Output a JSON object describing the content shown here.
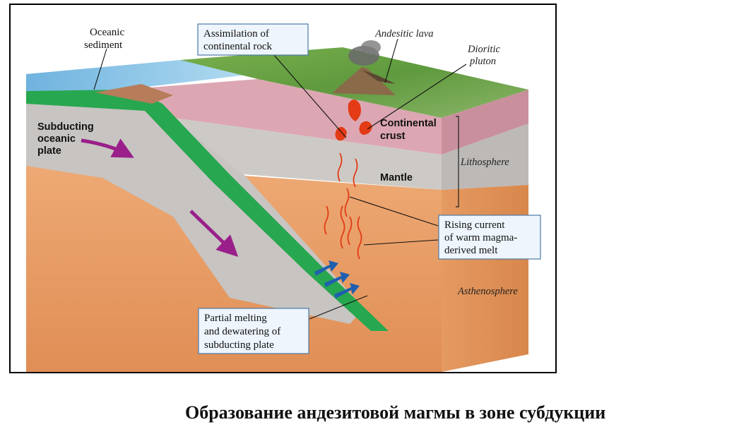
{
  "labels": {
    "oceanic_sediment": [
      "Oceanic",
      "sediment"
    ],
    "assimilation": [
      "Assimilation of",
      "continental rock"
    ],
    "andesitic_lava": "Andesitic lava",
    "dioritic_pluton": [
      "Dioritic",
      "pluton"
    ],
    "subducting_plate": [
      "Subducting",
      "oceanic",
      "plate"
    ],
    "continental_crust": [
      "Continental",
      "crust"
    ],
    "lithosphere": "Lithosphere",
    "mantle": "Mantle",
    "rising_current": [
      "Rising current",
      "of warm magma-",
      "derived melt"
    ],
    "asthenosphere": "Asthenosphere",
    "partial_melting": [
      "Partial melting",
      "and dewatering of",
      "subducting plate"
    ]
  },
  "caption": "Образование андезитовой магмы в зоне субдукции",
  "colors": {
    "ocean": "#8fc6e6",
    "oceanic_plate": "#27a74f",
    "lithosphere": "#c7c4c1",
    "asthenosphere": "#e9a069",
    "continental_crust": "#dca7b2",
    "arrow_purple": "#9a1f8a",
    "arrow_blue": "#1f5fb0",
    "magma": "#e23b15"
  }
}
